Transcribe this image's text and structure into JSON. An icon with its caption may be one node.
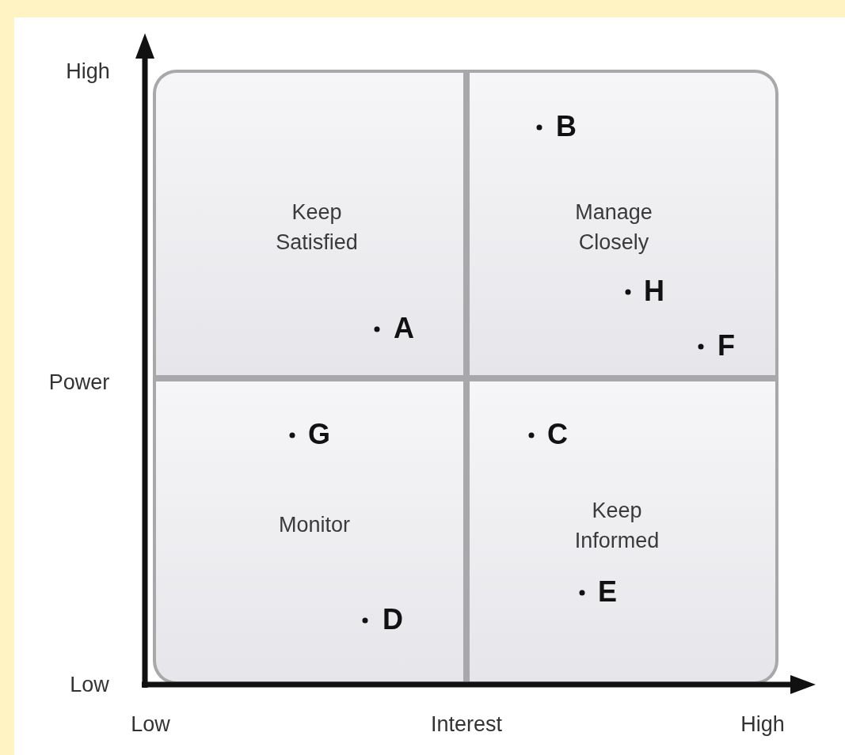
{
  "diagram": {
    "nodes": [
      {
        "text": [
          "Keep Satisfied"
        ]
      },
      {
        "text": [
          "Manage Closely"
        ]
      },
      {
        "text": [
          "Monitor"
        ]
      },
      {
        "text": [
          "Keep Informed"
        ]
      }
    ],
    "edges": [],
    "labels": [
      "High",
      "B",
      "H",
      "A",
      "F",
      "Power",
      "G",
      "C",
      "E",
      "D",
      "Low",
      "Low",
      "Interest",
      "High"
    ]
  }
}
